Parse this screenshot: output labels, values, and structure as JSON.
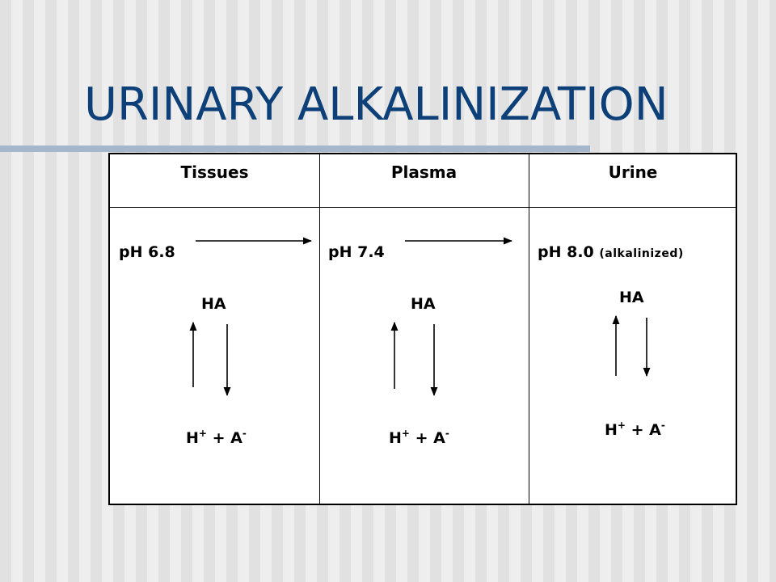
{
  "slide": {
    "title": "URINARY ALKALINIZATION"
  },
  "table": {
    "columns": [
      {
        "header": "Tissues",
        "ph": "pH 6.8",
        "note": "",
        "species": "HA",
        "ion_h": "H",
        "ion_h_charge": "+",
        "plus": "+",
        "ion_a": "A",
        "ion_a_charge": "-"
      },
      {
        "header": "Plasma",
        "ph": "pH 7.4",
        "note": "",
        "species": "HA",
        "ion_h": "H",
        "ion_h_charge": "+",
        "plus": "+",
        "ion_a": "A",
        "ion_a_charge": "-"
      },
      {
        "header": "Urine",
        "ph": "pH 8.0",
        "note": "(alkalinized)",
        "species": "HA",
        "ion_h": "H",
        "ion_h_charge": "+",
        "plus": "+",
        "ion_a": "A",
        "ion_a_charge": "-"
      }
    ]
  },
  "colors": {
    "title": "#0d3f78",
    "accent_bar": "#a6b6cd",
    "background": "#eeeeee"
  }
}
